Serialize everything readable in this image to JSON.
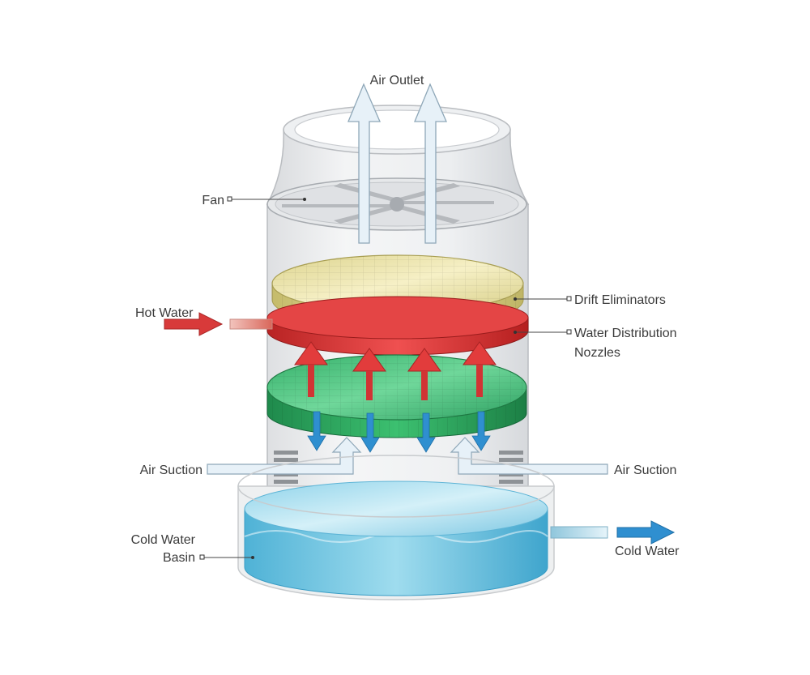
{
  "labels": {
    "air_outlet": "Air Outlet",
    "fan": "Fan",
    "hot_water": "Hot Water",
    "drift_eliminators": "Drift Eliminators",
    "water_distribution_line1": "Water Distribution",
    "water_distribution_line2": "Nozzles",
    "air_suction_left": "Air Suction",
    "air_suction_right": "Air Suction",
    "cold_water_basin_line1": "Cold Water",
    "cold_water_basin_line2": "Basin",
    "cold_water": "Cold Water"
  },
  "colors": {
    "hot_water": "#d83a3a",
    "cold_water": "#2f8fd0",
    "fill_media": "#2faa62",
    "drift_eliminator": "#e4dc9c",
    "basin_water": "#7cc8e2",
    "air_flow": "#e7f1f8",
    "tower_shell": "#e3e5e8"
  }
}
